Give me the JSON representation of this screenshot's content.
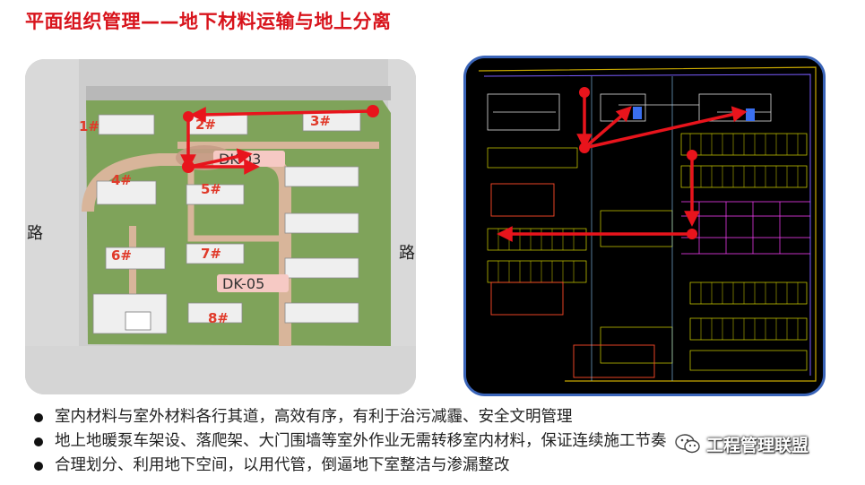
{
  "slide": {
    "title": "平面组织管理——地下材料运输与地上分离"
  },
  "site_plan": {
    "building_labels": [
      "1#",
      "2#",
      "3#",
      "4#",
      "5#",
      "6#",
      "7#",
      "8#"
    ],
    "zone_labels": [
      "DK-03",
      "DK-05"
    ],
    "road_labels": [
      "路",
      "路"
    ]
  },
  "bullets": [
    {
      "text": "室内材料与室外材料各行其道，高效有序，有利于治污减霾、安全文明管理"
    },
    {
      "text": "地上地暖泵车架设、落爬架、大门围墙等室外作业无需转移室内材料，保证连续施工节奏"
    },
    {
      "text": "合理划分、利用地下空间，以用代管，倒逼地下室整洁与渗漏整改"
    }
  ],
  "watermark": {
    "text": "工程管理联盟"
  },
  "colors": {
    "title": "#d8141c",
    "arrow": "#e8141c",
    "cad_border": "#3a64b8",
    "plan_label": "#e03a2a"
  }
}
